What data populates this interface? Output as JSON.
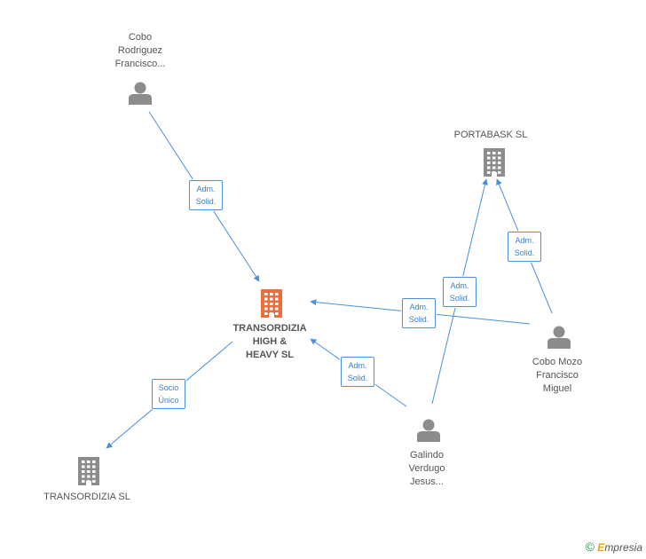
{
  "colors": {
    "edge": "#4a90d9",
    "node": "#8c8c8c",
    "main_node": "#f26b3a"
  },
  "nodes": [
    {
      "id": "cobo_rodriguez",
      "label": "Cobo\nRodriguez\nFrancisco...",
      "type": "person-icon"
    },
    {
      "id": "transordizia_high",
      "label": "TRANSORDIZIA\nHIGH &\nHEAVY SL",
      "type": "building-icon",
      "main": true
    },
    {
      "id": "transordizia_sl",
      "label": "TRANSORDIZIA SL",
      "type": "building-icon"
    },
    {
      "id": "portabask",
      "label": "PORTABASK SL",
      "type": "building-icon"
    },
    {
      "id": "cobo_mozo",
      "label": "Cobo Mozo\nFrancisco\nMiguel",
      "type": "person-icon"
    },
    {
      "id": "galindo",
      "label": "Galindo\nVerdugo\nJesus...",
      "type": "person-icon"
    }
  ],
  "edges": [
    {
      "from": "cobo_rodriguez",
      "to": "transordizia_high",
      "label": "Adm.\nSolid."
    },
    {
      "from": "transordizia_high",
      "to": "transordizia_sl",
      "label": "Socio\nÚnico"
    },
    {
      "from": "cobo_mozo",
      "to": "transordizia_high",
      "label": "Adm.\nSolid."
    },
    {
      "from": "galindo",
      "to": "transordizia_high",
      "label": "Adm.\nSolid."
    },
    {
      "from": "galindo",
      "to": "portabask",
      "label": "Adm.\nSolid."
    },
    {
      "from": "cobo_mozo",
      "to": "portabask",
      "label": "Adm.\nSolid."
    }
  ],
  "footer": {
    "copyright": "©",
    "brand_initial": "E",
    "brand_rest": "mpresia"
  }
}
